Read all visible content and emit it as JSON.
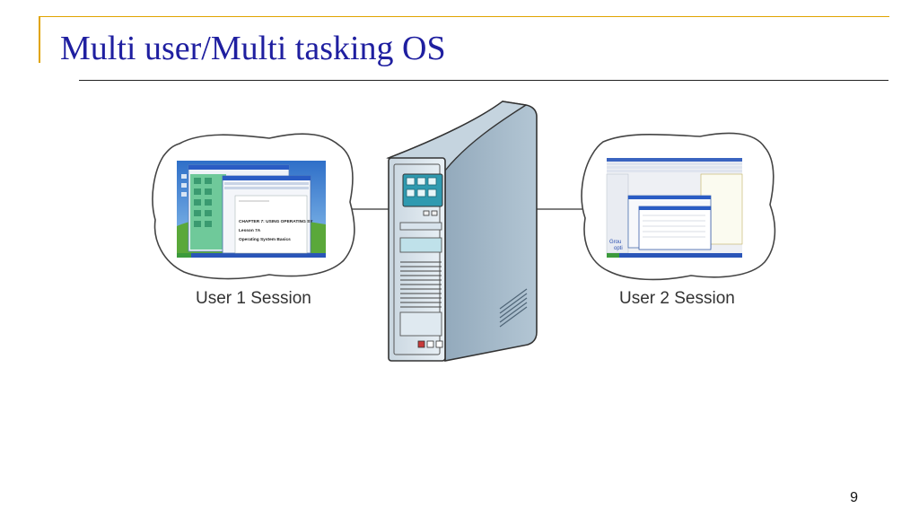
{
  "slide": {
    "title": "Multi user/Multi tasking OS",
    "page_number": "9"
  },
  "diagram": {
    "user1": {
      "label": "User 1 Session",
      "document_lines": [
        "CHAPTER 7: USING OPERATING SY",
        "Lesson 7A",
        "Operating System Basics"
      ]
    },
    "user2": {
      "label": "User 2 Session",
      "screen_text": [
        "Grou",
        "opti"
      ]
    },
    "colors": {
      "title": "#1f1fa0",
      "accent": "#e0a400",
      "server_side": "#8aa3b8",
      "server_front": "#dfe9f0",
      "screen_teal": "#2f9ab0",
      "desktop_sky": "#3a7fd0",
      "desktop_grass": "#5aa83a"
    }
  }
}
